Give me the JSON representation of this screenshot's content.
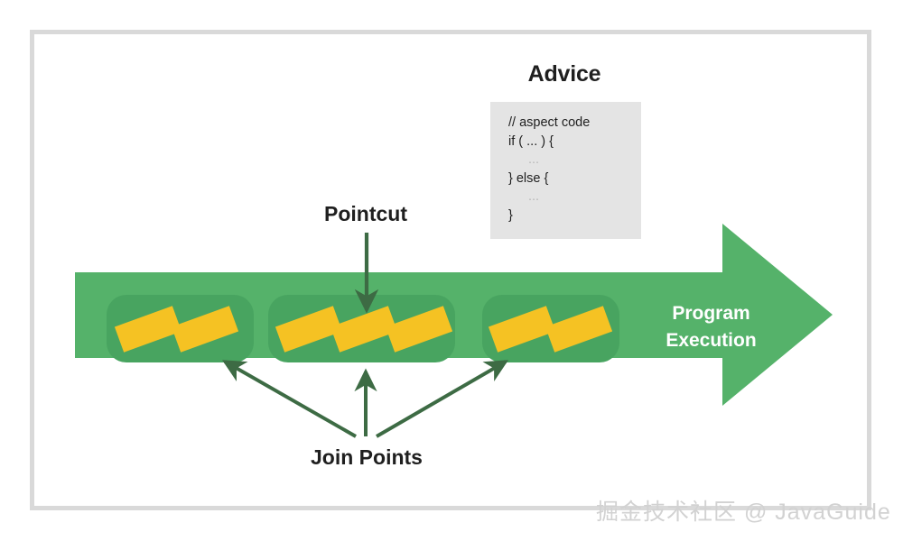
{
  "diagram": {
    "title_advice": "Advice",
    "label_pointcut": "Pointcut",
    "label_join_points": "Join Points",
    "label_program_execution_line1": "Program",
    "label_program_execution_line2": "Execution",
    "advice_code_lines": [
      "// aspect code",
      "if ( ... ) {",
      "...",
      "} else {",
      "...",
      "}"
    ],
    "advice_code_text": "// aspect code\nif ( ... ) {",
    "advice_code_l3": "...",
    "advice_code_l4": "} else {",
    "advice_code_l5": "...",
    "advice_code_l6": "}",
    "groups": [
      {
        "name": "join-point-group-1",
        "join_point_count": 2
      },
      {
        "name": "join-point-group-2",
        "join_point_count": 3
      },
      {
        "name": "join-point-group-3",
        "join_point_count": 2
      }
    ],
    "colors": {
      "arrow_body_green": "#55b26a",
      "group_green": "#48a460",
      "join_point_yellow": "#f5c223",
      "annotation_arrow_green": "#3d6b44",
      "advice_box_grey": "#e4e4e4",
      "frame_grey": "#d9d9d9",
      "text_dark": "#1f1f1f",
      "text_on_arrow": "#ffffff",
      "watermark_grey": "#d2d2d2"
    }
  },
  "watermark": {
    "text": "掘金技术社区 @ JavaGuide"
  }
}
